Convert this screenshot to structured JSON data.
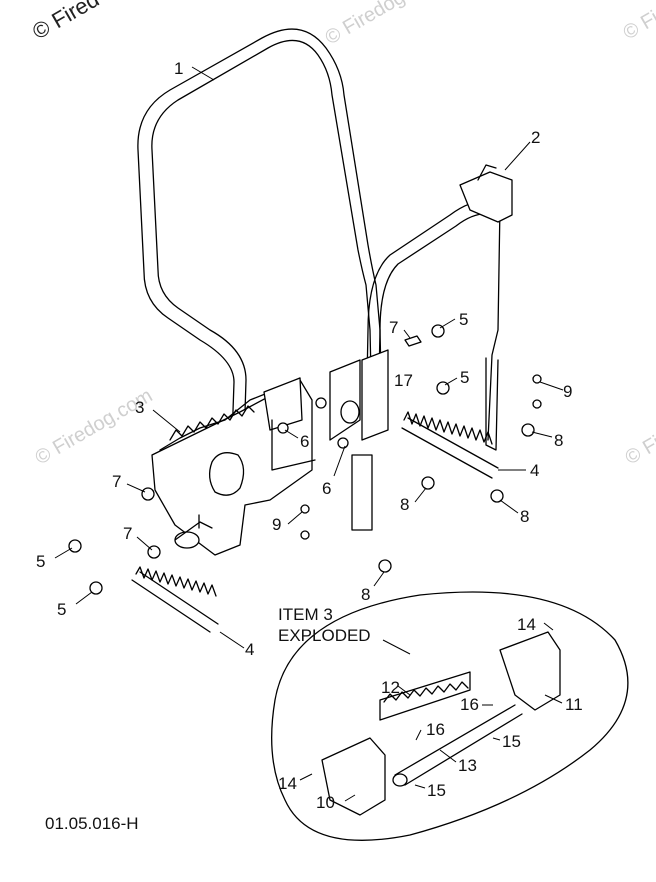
{
  "watermark": {
    "corner_text": "© Fired",
    "faint_text": "© Firedog.com"
  },
  "callouts": {
    "c1": "1",
    "c2": "2",
    "c3": "3",
    "c4a": "4",
    "c4b": "4",
    "c5a": "5",
    "c5b": "5",
    "c5c": "5",
    "c5d": "5",
    "c6a": "6",
    "c6b": "6",
    "c7a": "7",
    "c7b": "7",
    "c7c": "7",
    "c8a": "8",
    "c8b": "8",
    "c8c": "8",
    "c8d": "8",
    "c9a": "9",
    "c9b": "9",
    "c10": "10",
    "c11": "11",
    "c12": "12",
    "c13": "13",
    "c14a": "14",
    "c14b": "14",
    "c15a": "15",
    "c15b": "15",
    "c16a": "16",
    "c16b": "16",
    "c17": "17"
  },
  "exploded_title_line1": "ITEM 3",
  "exploded_title_line2": "EXPLODED",
  "figure_code": "01.05.016-H"
}
